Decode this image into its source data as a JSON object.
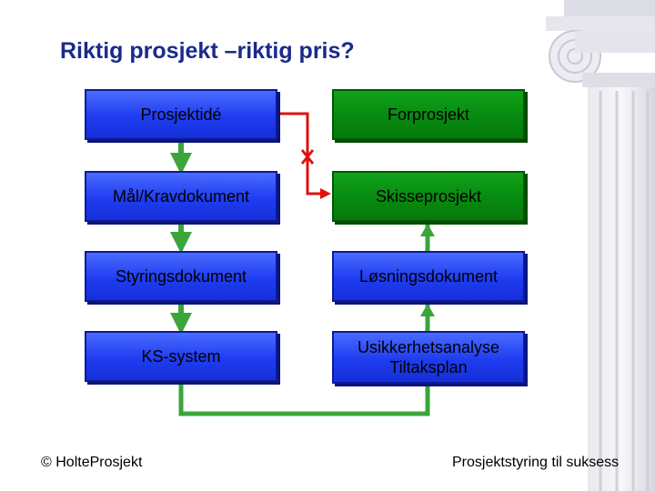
{
  "title": "Riktig prosjekt –riktig pris?",
  "left_boxes": [
    "Prosjektidé",
    "Mål/Kravdokument",
    "Styringsdokument",
    "KS-system"
  ],
  "right_boxes": [
    "Forprosjekt",
    "Skisseprosjekt",
    "Løsningsdokument",
    "Usikkerhetsanalyse\nTiltaksplan"
  ],
  "footer": {
    "left": "© HolteProsjekt",
    "right": "Prosjektstyring til suksess"
  },
  "colors": {
    "title": "#1a2a8c",
    "left_box": "#2040f0",
    "right_box": "#078a10",
    "green_arrow": "#3aa63a",
    "red_arrow": "#e01010"
  },
  "decoration": "ionic-column"
}
